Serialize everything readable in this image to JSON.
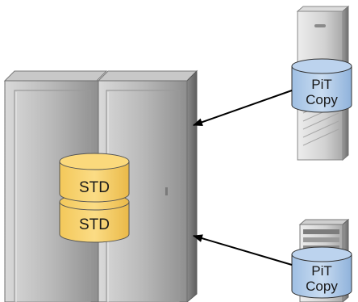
{
  "storage_array": {
    "volumes": [
      {
        "label": "STD"
      },
      {
        "label": "STD"
      }
    ]
  },
  "servers": [
    {
      "copy_label_line1": "PiT",
      "copy_label_line2": "Copy"
    },
    {
      "copy_label_line1": "PiT",
      "copy_label_line2": "Copy"
    }
  ],
  "colors": {
    "std_volume_fill": "#f5cc66",
    "copy_volume_fill": "#b3cdea",
    "cabinet_gray": "#a8a8a8",
    "arrow": "#000000"
  }
}
